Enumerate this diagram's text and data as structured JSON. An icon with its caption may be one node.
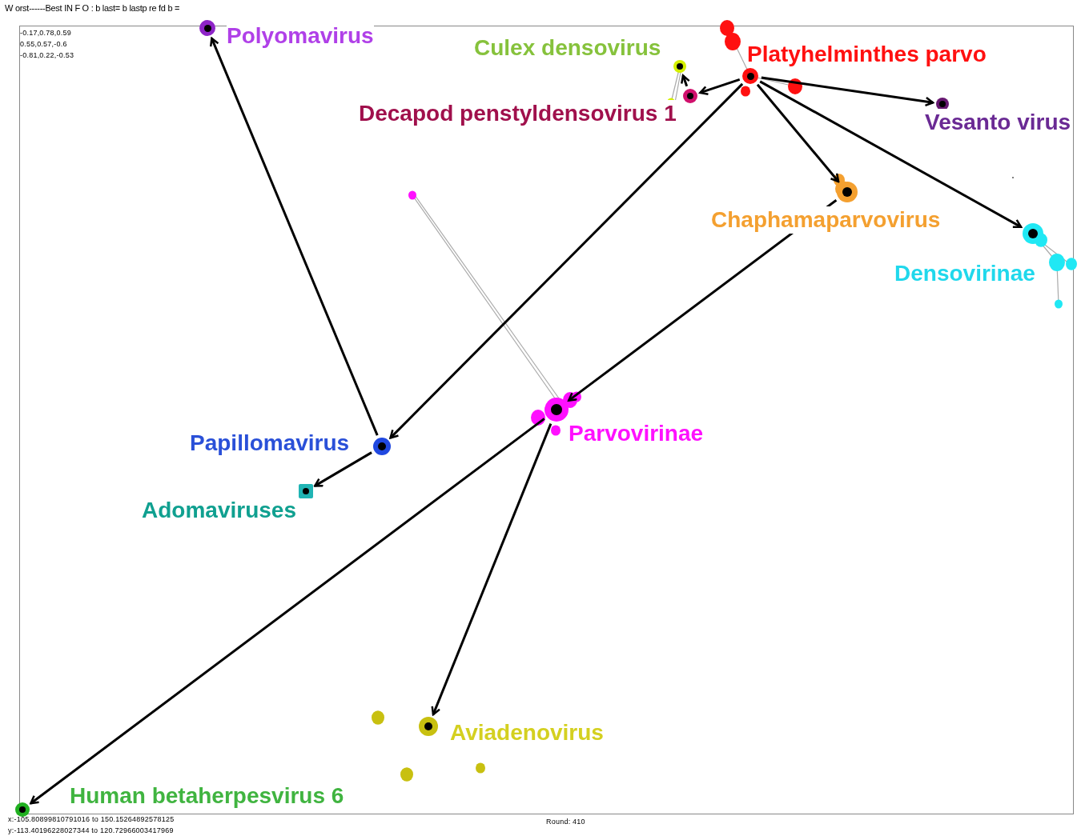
{
  "diagram": {
    "nodes": [
      {
        "text": [],
        "shape": "circle",
        "beside": [
          "Polyomavirus"
        ]
      },
      {
        "text": [],
        "shape": "circle",
        "beside": [
          "Culex densovirus"
        ]
      },
      {
        "text": [],
        "shape": "circle",
        "beside": [
          "Platyhelminthes parvo"
        ]
      },
      {
        "text": [],
        "shape": "circle",
        "beside": [
          "Decapod penstyldensovirus 1"
        ]
      },
      {
        "text": [],
        "shape": "circle",
        "beside": [
          "Vesanto virus"
        ]
      },
      {
        "text": [],
        "shape": "circle",
        "beside": [
          "Chaphamaparvovirus"
        ]
      },
      {
        "text": [],
        "shape": "circle",
        "beside": [
          "Densovirinae"
        ]
      },
      {
        "text": [],
        "shape": "circle",
        "beside": [
          "Parvovirinae"
        ]
      },
      {
        "text": [],
        "shape": "circle",
        "beside": [
          "Papillomavirus"
        ]
      },
      {
        "text": [],
        "shape": "box",
        "beside": [
          "Adomaviruses"
        ]
      },
      {
        "text": [],
        "shape": "circle",
        "beside": [
          "Aviadenovirus"
        ]
      },
      {
        "text": [],
        "shape": "circle",
        "beside": [
          "Human betaherpesvirus 6"
        ]
      }
    ],
    "edges": [
      {
        "from": 2,
        "to": 3,
        "arrow": "to"
      },
      {
        "from": 3,
        "to": 1,
        "arrow": "to"
      },
      {
        "from": 2,
        "to": 4,
        "arrow": "to"
      },
      {
        "from": 2,
        "to": 5,
        "arrow": "to"
      },
      {
        "from": 2,
        "to": 6,
        "arrow": "to"
      },
      {
        "from": 2,
        "to": 8,
        "arrow": "to"
      },
      {
        "from": 5,
        "to": 7,
        "arrow": "to"
      },
      {
        "from": 8,
        "to": 0,
        "arrow": "to"
      },
      {
        "from": 8,
        "to": 9,
        "arrow": "to"
      },
      {
        "from": 7,
        "to": 10,
        "arrow": "to"
      },
      {
        "from": 7,
        "to": 11,
        "arrow": "to"
      }
    ],
    "labels": [
      "W orst------Best IN F O : b last= b lastp   re fd b =",
      "-0.17,0.78,0.59",
      "0.55,0.57,-0.6",
      "-0.81,0.22,-0.53",
      "x:-105.80899810791016 to 150.15264892578125",
      "y:-113.40196228027344 to 120.72966003417969",
      "Round: 410"
    ]
  }
}
